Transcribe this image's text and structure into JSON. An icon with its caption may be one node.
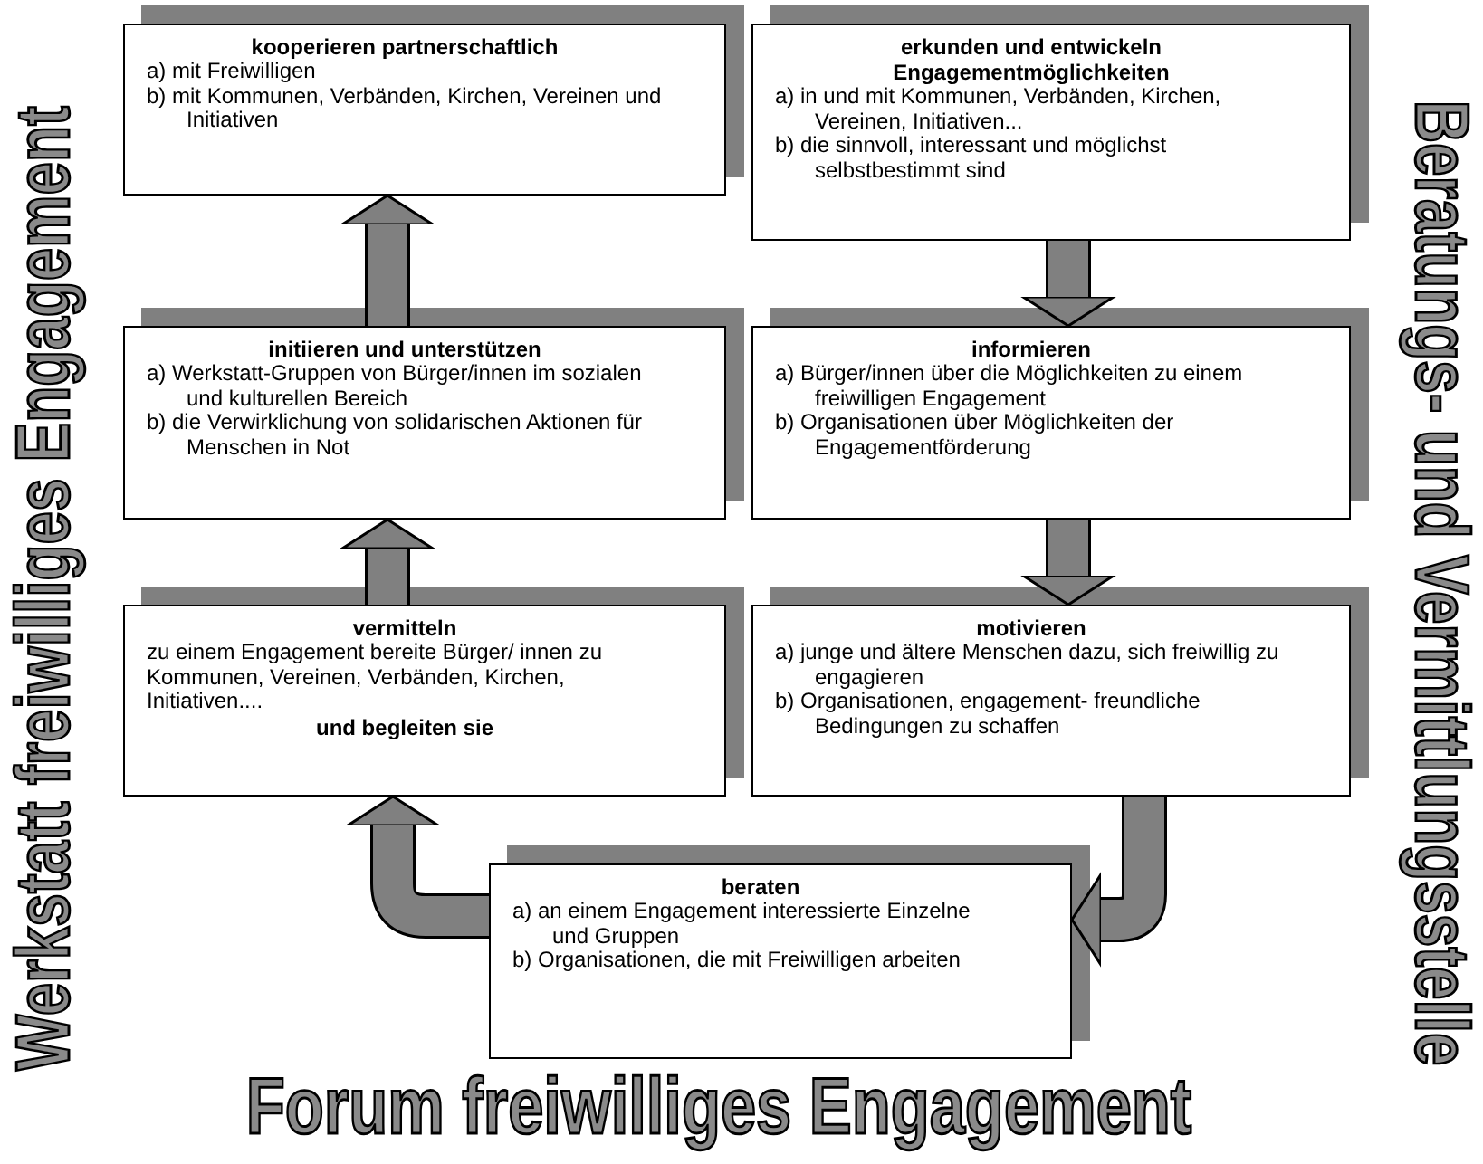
{
  "diagram": {
    "title": "Forum freiwilliges Engagement",
    "nodes": [
      {
        "text": [
          "kooperieren partnerschaftlich",
          "a) mit Freiwilligen",
          "b) mit Kommunen, Verbänden, Kirchen, Vereinen und Initiativen"
        ]
      },
      {
        "text": [
          "erkunden und entwickeln Engagementmöglichkeiten",
          "a) in und mit Kommunen, Verbänden, Kirchen, Vereinen, Initiativen...",
          "b) die sinnvoll, interessant und möglichst selbstbestimmt sind"
        ]
      },
      {
        "text": [
          "initiieren und unterstützen",
          "a) Werkstatt-Gruppen von Bürger/innen im sozialen und kulturellen Bereich",
          "b) die Verwirklichung von solidarischen Aktionen für Menschen in Not"
        ]
      },
      {
        "text": [
          "informieren",
          "a) Bürger/innen über die Möglichkeiten zu einem freiwilligen Engagement",
          "b) Organisationen über Möglichkeiten der Engagementförderung"
        ]
      },
      {
        "text": [
          "vermitteln",
          "zu einem Engagement bereite Bürger/ innen zu Kommunen, Vereinen, Verbänden, Kirchen, Initiativen....",
          "und begleiten sie"
        ]
      },
      {
        "text": [
          "motivieren",
          "a) junge und ältere Menschen dazu, sich freiwillig zu engagieren",
          "b) Organisationen, engagement- freundliche Bedingungen zu schaffen"
        ]
      },
      {
        "text": [
          "beraten",
          "a) an einem Engagement interessierte Einzelne und Gruppen",
          "b) Organisationen, die mit Freiwilligen arbeiten"
        ]
      }
    ],
    "edges": [
      {
        "from": 1,
        "to": 3,
        "arrow": "to"
      },
      {
        "from": 3,
        "to": 5,
        "arrow": "to"
      },
      {
        "from": 5,
        "to": 6,
        "arrow": "to"
      },
      {
        "from": 6,
        "to": 4,
        "arrow": "to"
      },
      {
        "from": 4,
        "to": 2,
        "arrow": "to"
      },
      {
        "from": 2,
        "to": 0,
        "arrow": "to"
      }
    ],
    "labels": [
      "Werkstatt freiwilliges Engagement",
      "Beratungs- und Vermittlungsstelle"
    ]
  }
}
